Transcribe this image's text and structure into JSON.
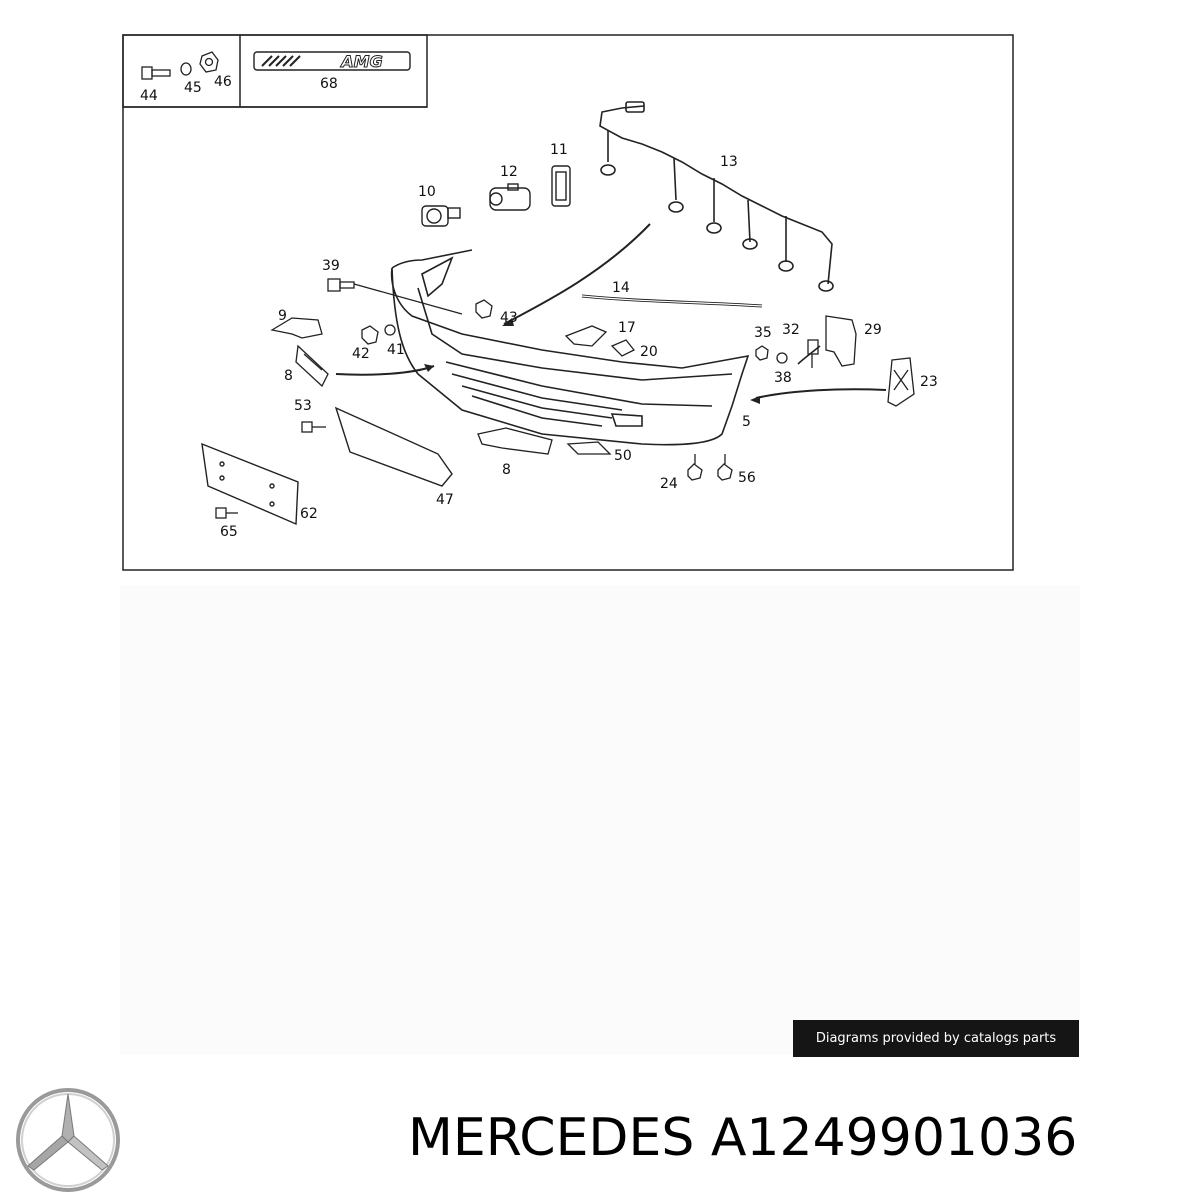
{
  "header_box": {
    "fastener_labels": [
      "44",
      "45",
      "46"
    ],
    "badge_label": "68",
    "badge_text": "AMG"
  },
  "callouts": [
    "13",
    "11",
    "12",
    "10",
    "39",
    "43",
    "14",
    "9",
    "17",
    "35",
    "32",
    "29",
    "42",
    "41",
    "20",
    "8",
    "38",
    "23",
    "53",
    "5",
    "8",
    "50",
    "24",
    "56",
    "62",
    "47",
    "65"
  ],
  "credit": {
    "text": "Diagrams provided by catalogs parts"
  },
  "brand": {
    "logo_icon": "mercedes-star-icon"
  },
  "part": {
    "title": "MERCEDES A1249901036"
  }
}
